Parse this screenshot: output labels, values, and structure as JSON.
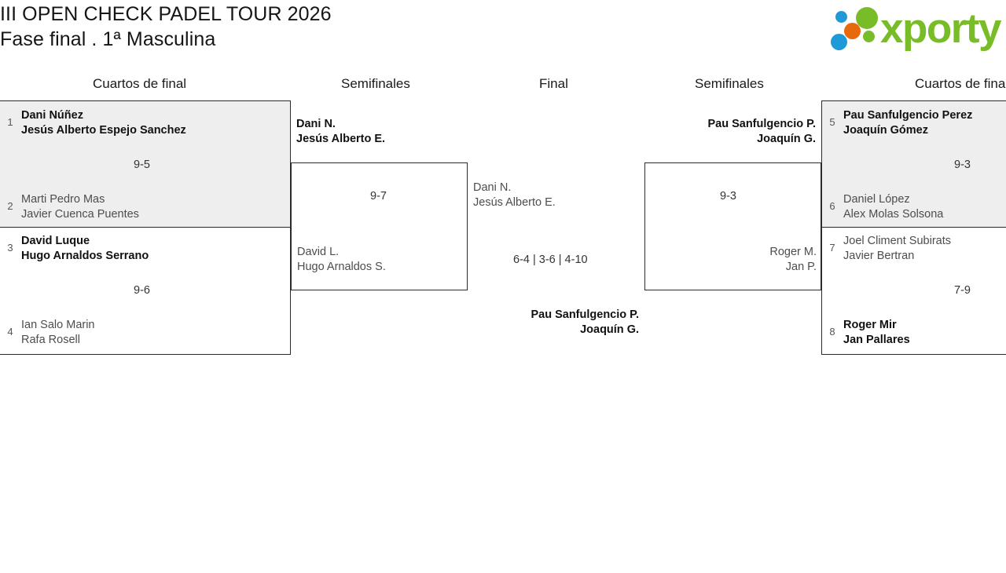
{
  "header": {
    "title_line1": "III OPEN CHECK PADEL TOUR 2026",
    "title_line2": "Fase final . 1ª Masculina",
    "logo_word": "xporty",
    "logo_dot_colors": {
      "blue": "#1f9ad6",
      "orange": "#e8680c",
      "green": "#78bc27"
    }
  },
  "columns": [
    {
      "label": "Cuartos de final"
    },
    {
      "label": "Semifinales"
    },
    {
      "label": "Final"
    },
    {
      "label": "Semifinales"
    },
    {
      "label": "Cuartos de final"
    }
  ],
  "bracket": {
    "left_quarterfinals": [
      {
        "score": "9-5",
        "top": {
          "seed": "1",
          "player1": "Dani Núñez",
          "player2": "Jesús Alberto Espejo Sanchez",
          "winner": true
        },
        "bottom": {
          "seed": "2",
          "player1": "Marti Pedro Mas",
          "player2": "Javier Cuenca Puentes",
          "winner": false
        }
      },
      {
        "score": "9-6",
        "top": {
          "seed": "3",
          "player1": "David Luque",
          "player2": "Hugo Arnaldos Serrano",
          "winner": true
        },
        "bottom": {
          "seed": "4",
          "player1": "Ian Salo Marin",
          "player2": "Rafa Rosell",
          "winner": false
        }
      }
    ],
    "left_semifinal": {
      "score": "9-7",
      "top": {
        "player1": "Dani N.",
        "player2": "Jesús Alberto E.",
        "winner": true
      },
      "bottom": {
        "player1": "David L.",
        "player2": "Hugo Arnaldos S.",
        "winner": false
      }
    },
    "final": {
      "score": "6-4 | 3-6 | 4-10",
      "top": {
        "player1": "Dani N.",
        "player2": "Jesús Alberto E.",
        "winner": false
      },
      "bottom": {
        "player1": "Pau Sanfulgencio P.",
        "player2": "Joaquín G.",
        "winner": true
      }
    },
    "right_semifinal": {
      "score": "9-3",
      "top": {
        "player1": "Pau Sanfulgencio P.",
        "player2": "Joaquín G.",
        "winner": true
      },
      "bottom": {
        "player1": "Roger M.",
        "player2": "Jan P.",
        "winner": false
      }
    },
    "right_quarterfinals": [
      {
        "score": "9-3",
        "top": {
          "seed": "5",
          "player1": "Pau Sanfulgencio Perez",
          "player2": "Joaquín Gómez",
          "winner": true
        },
        "bottom": {
          "seed": "6",
          "player1": "Daniel López",
          "player2": "Alex Molas Solsona",
          "winner": false
        }
      },
      {
        "score": "7-9",
        "top": {
          "seed": "7",
          "player1": "Joel Climent Subirats",
          "player2": "Javier Bertran",
          "winner": false
        },
        "bottom": {
          "seed": "8",
          "player1": "Roger Mir",
          "player2": "Jan Pallares",
          "winner": true
        }
      }
    ]
  },
  "style": {
    "highlight_bg": "#eeeeee",
    "border_color": "#2b2b2b"
  }
}
